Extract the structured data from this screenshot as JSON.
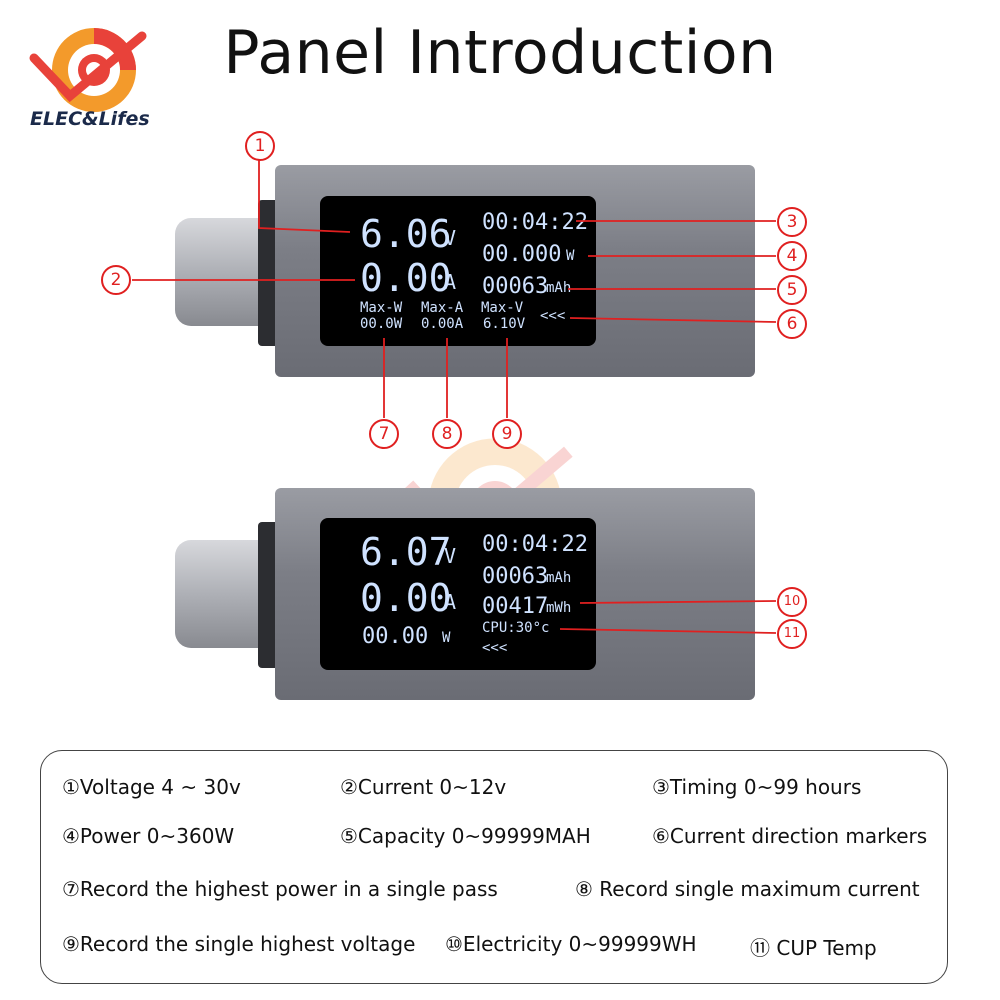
{
  "title": "Panel Introduction",
  "brand": {
    "name": "ELEC&Lifes",
    "colors": {
      "orange": "#f39a2b",
      "red": "#e8423a",
      "navy": "#1b2a4a"
    }
  },
  "callouts": [
    "1",
    "2",
    "3",
    "4",
    "5",
    "6",
    "7",
    "8",
    "9",
    "10",
    "11"
  ],
  "device_top": {
    "voltage": "6.06",
    "voltage_unit": "V",
    "current": "0.00",
    "current_unit": "A",
    "time": "00:04:22",
    "power": "00.000",
    "power_unit": "W",
    "capacity": "00063",
    "capacity_unit": "mAh",
    "max_w_label": "Max-W",
    "max_w_value": "00.0W",
    "max_a_label": "Max-A",
    "max_a_value": "0.00A",
    "max_v_label": "Max-V",
    "max_v_value": "6.10V",
    "direction": "<<<"
  },
  "device_bottom": {
    "voltage": "6.07",
    "voltage_unit": "V",
    "current": "0.00",
    "current_unit": "A",
    "power": "00.00",
    "power_unit": "W",
    "time": "00:04:22",
    "capacity": "00063",
    "capacity_unit": "mAh",
    "energy": "00417",
    "energy_unit": "mWh",
    "cpu": "CPU:30°c",
    "direction": "<<<"
  },
  "legend": {
    "v": "①Voltage 4 ~ 30v",
    "c": "②Current 0~12v",
    "t": "③Timing 0~99 hours",
    "p": "④Power 0~360W",
    "cap": "⑤Capacity 0~99999MAH",
    "dir": "⑥Current direction markers",
    "hp": "⑦Record the highest power in a single pass",
    "mc": "⑧ Record single maximum current",
    "hv": "⑨Record the single highest voltage",
    "el": "⑩Electricity 0~99999WH",
    "cup": "⑪ CUP Temp"
  }
}
